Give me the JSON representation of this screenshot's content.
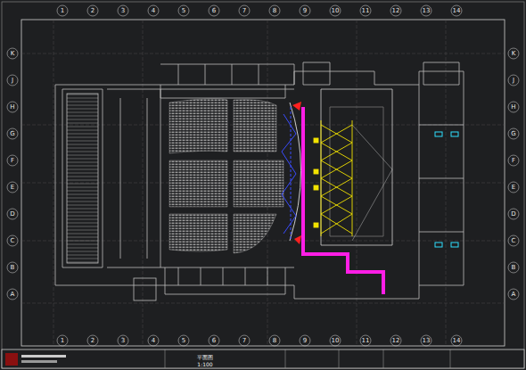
{
  "diagram": {
    "labels": [
      "1",
      "2",
      "3",
      "4",
      "5",
      "6",
      "7",
      "8",
      "9",
      "10",
      "11",
      "12",
      "13",
      "14",
      "1",
      "2",
      "3",
      "4",
      "5",
      "6",
      "7",
      "8",
      "9",
      "10",
      "11",
      "12",
      "13",
      "14",
      "A",
      "B",
      "C",
      "D",
      "E",
      "F",
      "G",
      "H",
      "J",
      "K",
      "A",
      "B",
      "C",
      "D",
      "E",
      "F",
      "G",
      "H",
      "J",
      "K",
      "平面图",
      "1:100"
    ]
  }
}
